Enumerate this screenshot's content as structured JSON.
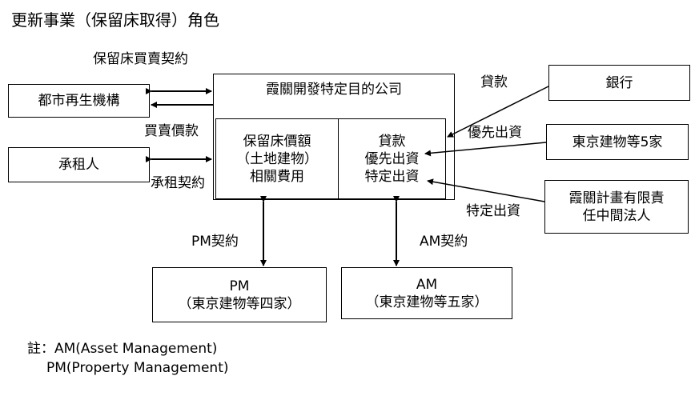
{
  "title": "更新事業（保留床取得）角色",
  "boxes": {
    "urban": "都市再生機構",
    "tenant": "承租人",
    "spc": "霞關開發特定目的公司",
    "left_inner": [
      "保留床價額",
      "（土地建物）",
      "相關費用"
    ],
    "right_inner": [
      "貸款",
      "優先出資",
      "特定出資"
    ],
    "bank": "銀行",
    "tokyo5": "東京建物等5家",
    "llc": [
      "霞關計畫有限責",
      "任中間法人"
    ],
    "pm": [
      "PM",
      "（東京建物等四家）"
    ],
    "am": [
      "AM",
      "（東京建物等五家）"
    ]
  },
  "labels": {
    "purchase_contract": "保留床買賣契約",
    "purchase_price": "買賣價款",
    "lease_contract": "承租契約",
    "loan": "貸款",
    "preferred": "優先出資",
    "specified": "特定出資",
    "pm_contract": "PM契約",
    "am_contract": "AM契約"
  },
  "note": {
    "line1": "註：AM(Asset Management)",
    "line2": "PM(Property Management)"
  }
}
